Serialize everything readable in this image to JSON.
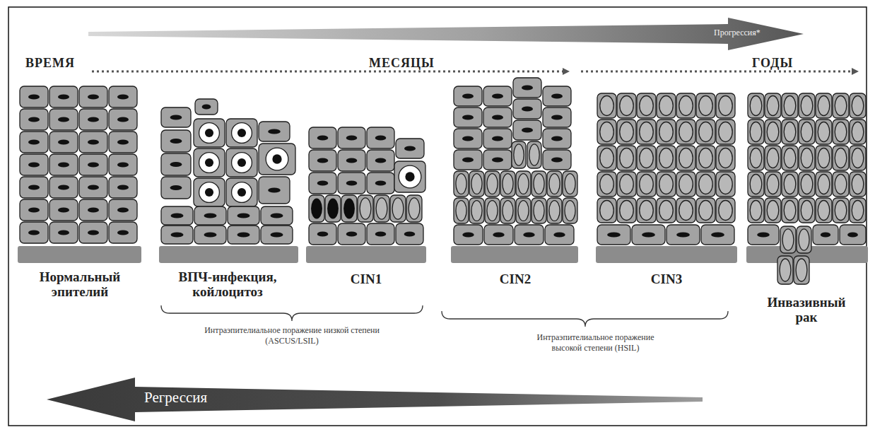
{
  "diagram": {
    "nodes": [
      {
        "text": [
          "Прогрессия*"
        ]
      },
      {
        "text": [
          "Нормальный эпителий"
        ]
      },
      {
        "text": [
          "ВПЧ-инфекция, койлоцитоз"
        ]
      },
      {
        "text": [
          "CIN1"
        ]
      },
      {
        "text": [
          "CIN2"
        ]
      },
      {
        "text": [
          "CIN3"
        ]
      },
      {
        "text": [
          "Инвазивный рак"
        ]
      },
      {
        "text": [
          "Регрессия"
        ]
      }
    ],
    "labels": [
      "ВРЕМЯ",
      "МЕСЯЦЫ",
      "ГОДЫ",
      "Интраэпителиальное поражение низкой степени (ASCUS/LSIL)",
      "Интраэпителиальное поражение высокой степени (HSIL)"
    ]
  }
}
